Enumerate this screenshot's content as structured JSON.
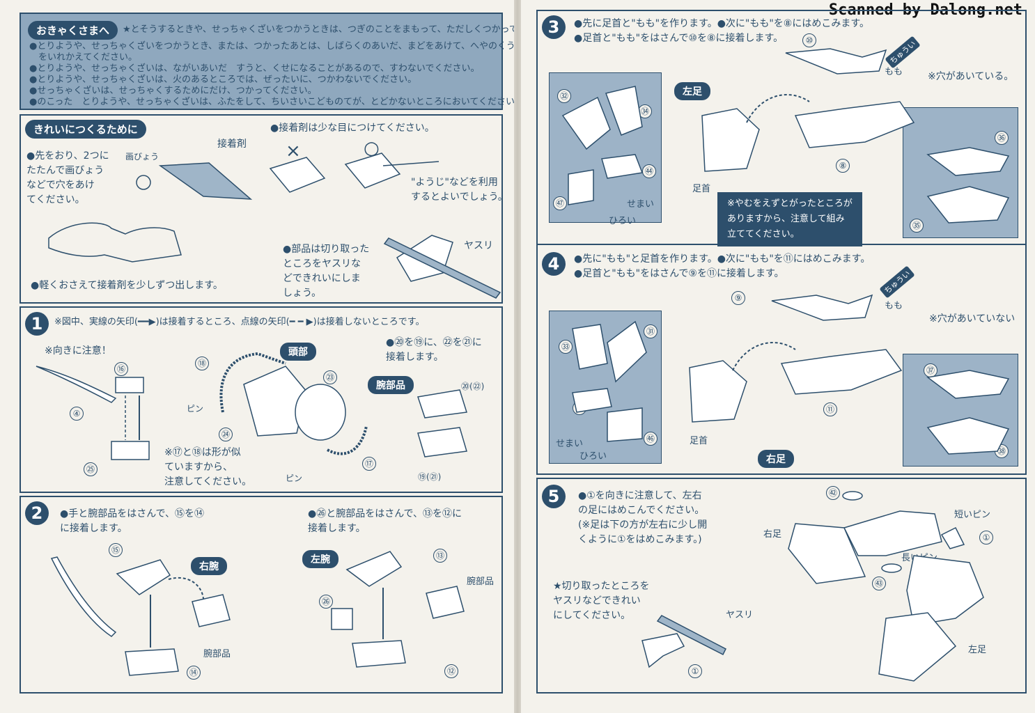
{
  "watermark": "Scanned by Dalong.net",
  "left": {
    "customer": {
      "title": "おきゃくさまへ",
      "intro": "★とそうするときや、せっちゃくざいをつかうときは、つぎのことをまもって、ただしくつかってください。",
      "items": [
        "●とりようや、せっちゃくざいをつかうとき、または、つかったあとは、しばらくのあいだ、まどをあけて、へやのくうき",
        "　をいれかえてください。",
        "●とりようや、せっちゃくざいは、ながいあいだ　すうと、くせになることがあるので、すわないでください。",
        "●とりようや、せっちゃくざいは、火のあるところでは、ぜったいに、つかわないでください。",
        "●せっちゃくざいは、せっちゃくするためにだけ、つかってください。",
        "●のこった　とりようや、せっちゃくざいは、ふたをして、ちいさいこどものてが、とどかないところにおいてください。"
      ]
    },
    "tips": {
      "title": "きれいにつくるために",
      "glue_note": "●接着剤は少な目につけてください。",
      "hole_text": [
        "●先をおり、2つに",
        "たたんで画びょう",
        "などで穴をあけ",
        "てください。"
      ],
      "pin_label": "画びょう",
      "glue_label": "接着剤",
      "wrong_mark": "×",
      "right_mark": "○",
      "toothpick_text": [
        "\"ようじ\"などを利用",
        "するとよいでしょう。"
      ],
      "squeeze_text": "●軽くおさえて接着剤を少しずつ出します。",
      "file_text": [
        "●部品は切り取った",
        "ところをヤスリな",
        "どできれいにしま",
        "しょう。"
      ],
      "file_label": "ヤスリ"
    },
    "step1": {
      "number": "1",
      "text": "※図中、実線の矢印(━━▶)は接着するところ、点線の矢印(━ ━ ▶)は接着しないところです。",
      "direction_note": "※向きに注意！",
      "head_tag": "頭部",
      "arm_tag": "腕部品",
      "head_text": [
        "●⑳を⑲に、㉒を㉑に",
        "接着します。"
      ],
      "similar_note": [
        "※⑰と⑱は形が似",
        "ていますから、",
        "注意してください。"
      ],
      "pin1": "ピン",
      "pin2": "ピン",
      "parts": [
        "⑯",
        "④",
        "㉕",
        "⑱",
        "㉓",
        "㉔",
        "⑰",
        "⑳(㉒)",
        "⑲(㉑)"
      ]
    },
    "step2": {
      "number": "2",
      "text_left": [
        "●手と腕部品をはさんで、⑮を⑭",
        "に接着します。"
      ],
      "text_right": [
        "●㉖と腕部品をはさんで、⑬を⑫に",
        "接着します。"
      ],
      "right_arm_tag": "右腕",
      "left_arm_tag": "左腕",
      "arm_part_label": "腕部品",
      "arm_part_label2": "腕部品",
      "parts": [
        "⑮",
        "⑭",
        "⑬",
        "㉖",
        "⑫"
      ]
    }
  },
  "right": {
    "step3": {
      "number": "3",
      "text": [
        "●先に足首と\"もも\"を作ります。●次に\"もも\"を⑧にはめこみます。",
        "●足首と\"もも\"をはさんで⑩を⑧に接着します。"
      ],
      "left_leg_tag": "左足",
      "caution_tag": "ちゅうい",
      "hole_note": "※穴があいている。",
      "momo": "もも",
      "ashikubi": "足首",
      "semai": "せまい",
      "hiroi": "ひろい",
      "warning": [
        "※やむをえずとがったところが",
        "ありますから、注意して組み",
        "立ててください。"
      ],
      "parts": [
        "⑩",
        "㉜",
        "㉞",
        "㊹",
        "㊼",
        "⑧",
        "㊱",
        "㉟"
      ]
    },
    "step4": {
      "number": "4",
      "text": [
        "●先に\"もも\"と足首を作ります。●次に\"もも\"を⑪にはめこみます。",
        "●足首と\"もも\"をはさんで⑨を⑪に接着します。"
      ],
      "right_leg_tag": "右足",
      "caution_tag": "ちゅうい",
      "hole_note": "※穴があいていない",
      "momo": "もも",
      "ashikubi": "足首",
      "semai": "せまい",
      "hiroi": "ひろい",
      "parts": [
        "⑨",
        "㉝",
        "㉛",
        "㊺",
        "㊻",
        "⑪",
        "㊲",
        "㊳"
      ]
    },
    "step5": {
      "number": "5",
      "text": [
        "●①を向きに注意して、左右",
        "の足にはめこんでください。",
        "(※足は下の方が左右に少し開",
        "くように①をはめこみます。)"
      ],
      "file_note": [
        "★切り取ったところを",
        "ヤスリなどできれい",
        "にしてください。"
      ],
      "file_label": "ヤスリ",
      "right_foot": "右足",
      "left_foot": "左足",
      "short_pin": "短いピン",
      "long_pin": "長いピン",
      "parts": [
        "㊷",
        "①",
        "㊸",
        "①"
      ]
    }
  }
}
